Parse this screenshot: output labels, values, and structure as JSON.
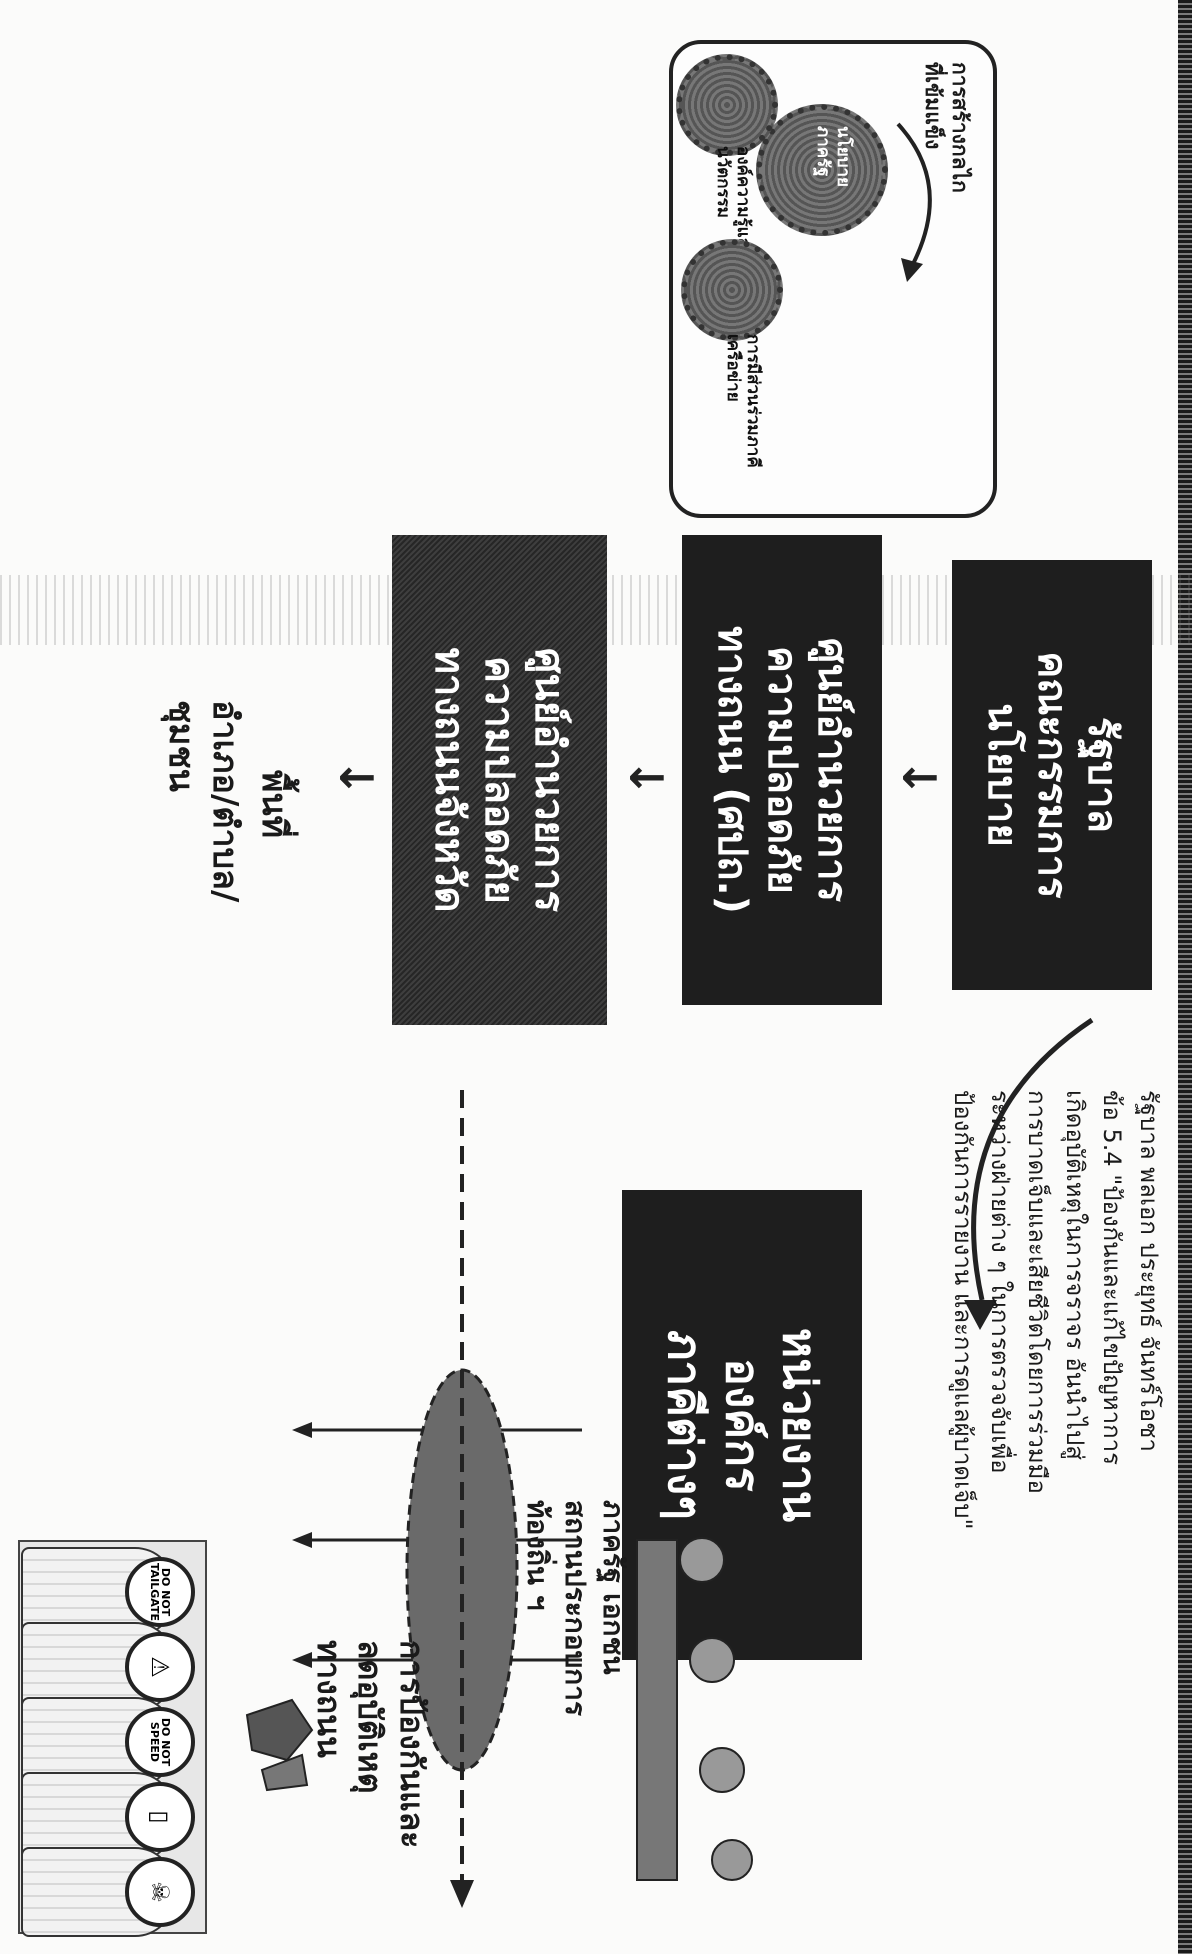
{
  "mechanism": {
    "title": "การสร้างกลไก\nที่เข้มแข็ง",
    "gear_policy": "นโยบาย\nภาครัฐ",
    "gear_knowledge": "องค์ความรู้และ\nนวัตกรรม",
    "gear_participation": "การมีส่วนร่วมภาคี\nเครือข่าย"
  },
  "flow": {
    "box1": "รัฐบาล\nคณะกรรมการ\nนโยบาย",
    "box2": "ศูนย์อำนวยการ\nความปลอดภัย\nทางถนน (ศปถ.)",
    "box3": "ศูนย์อำนวยการ\nความปลอดภัย\nทางถนนจังหวัด",
    "area_title": "พื้นที่",
    "area_sub": "อำเภอ/ตำบล/\nชุมชน",
    "arrow_glyph": "→"
  },
  "policy_note": "รัฐบาล พลเอก ประยุทธ์ จันทร์โอชา\nข้อ 5.4 \"ป้องกันและแก้ไขปัญหาการ\nเกิดอุบัติเหตุในการจราจร อันนำไปสู่\nการบาดเจ็บและเสียชีวิตโดยการร่วมมือ\nระหว่างฝ่ายต่าง ๆ ในการตรวจจับเพื่อ\nป้องกันการรายงาน และการดูแลผู้บาดเจ็บ\"",
  "agencies": "หน่วยงาน\nองค์กร\nภาคีต่างๆ",
  "partners": "ภาครัฐ เอกชน\nสถานประกอบการ\nท้องถิ่น ฯ",
  "goal": "การป้องกันและ\nลดอุบัติเหตุ\nทางถนน",
  "signs": [
    "DO NOT\nTAILGATE",
    "⚠",
    "DO NOT\nSPEED",
    "▯",
    "☠"
  ]
}
